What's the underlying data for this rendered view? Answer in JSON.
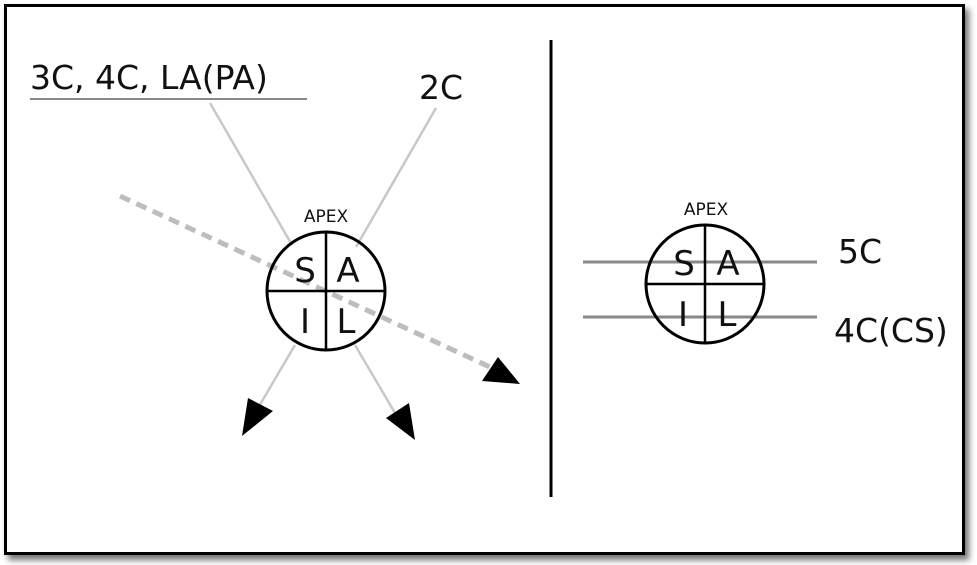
{
  "left_diagram": {
    "top_label": "APEX",
    "segments": {
      "S": "S",
      "A": "A",
      "I": "I",
      "L": "L"
    },
    "view_labels": {
      "three_four_la": "3C, 4C, LA(PA)",
      "two_chamber": "2C"
    }
  },
  "right_diagram": {
    "top_label": "APEX",
    "segments": {
      "S": "S",
      "A": "A",
      "I": "I",
      "L": "L"
    },
    "view_labels": {
      "five_chamber": "5C",
      "four_chamber_cs": "4C(CS)"
    }
  },
  "colors": {
    "ink": "#000000",
    "grey_line": "#c8c8c8",
    "dashed_arrow": "#bdbdbd",
    "plane_line": "#888888"
  }
}
